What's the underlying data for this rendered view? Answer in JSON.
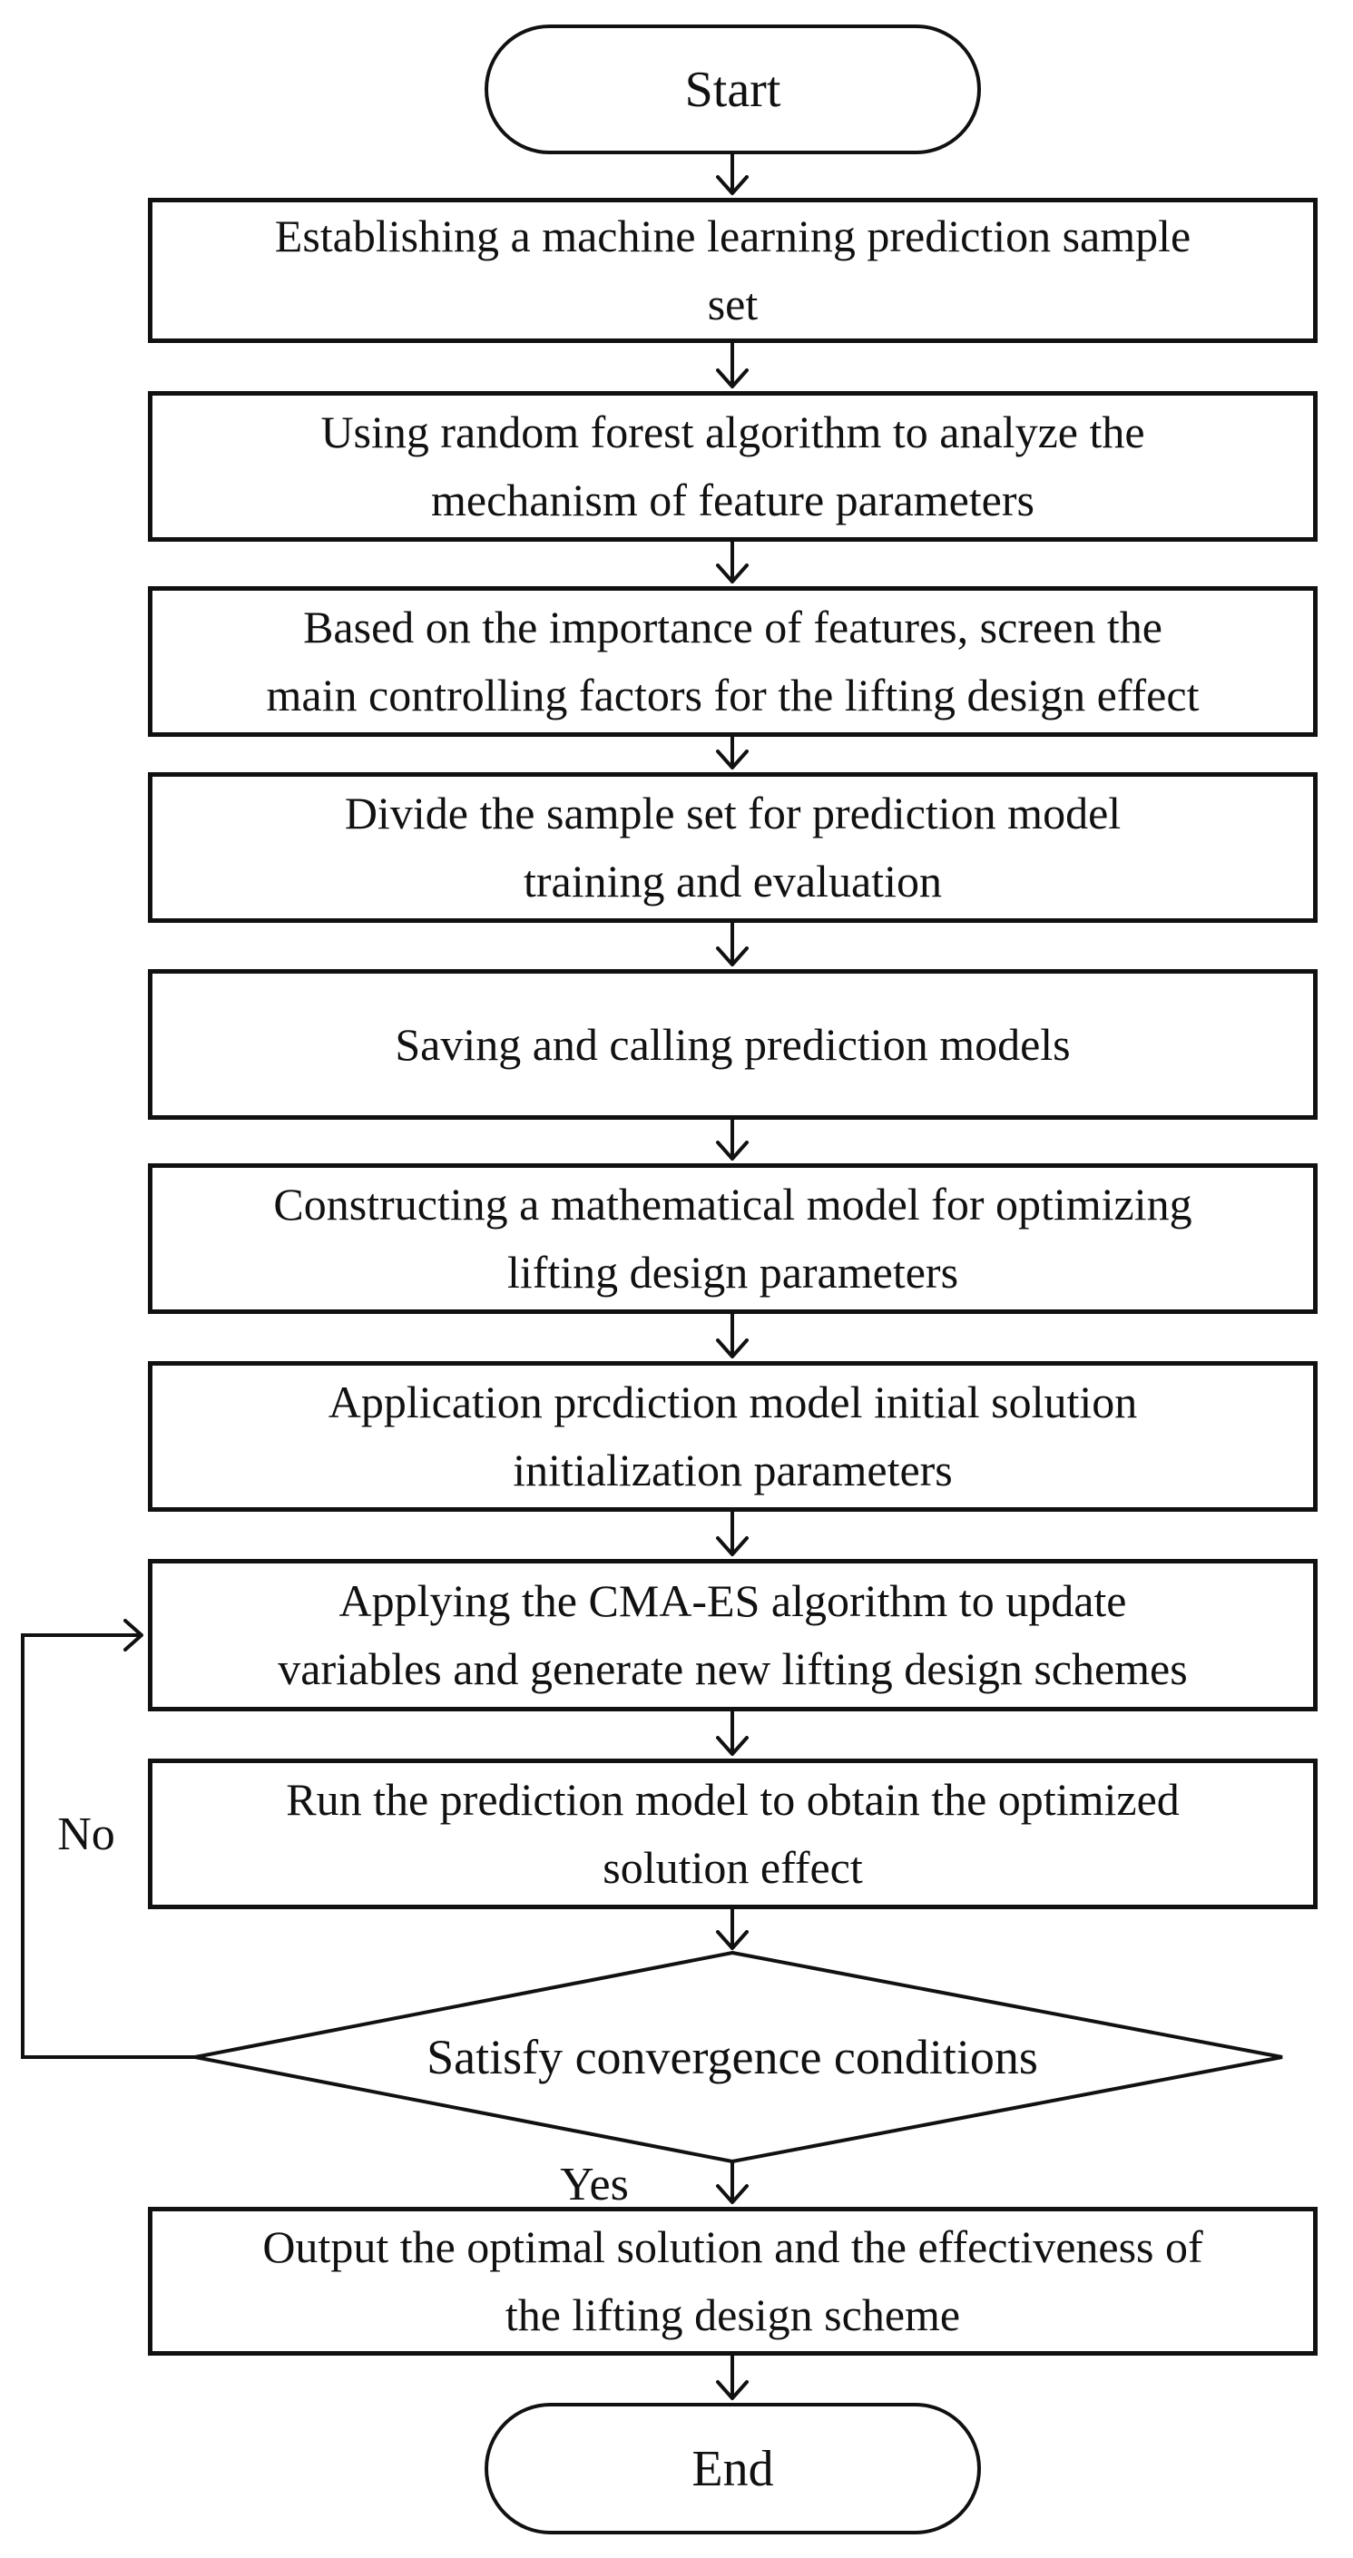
{
  "flowchart": {
    "nodes": [
      {
        "id": "start",
        "type": "terminator",
        "label": "Start"
      },
      {
        "id": "establish-sample-set",
        "type": "process",
        "label": "Establishing a machine learning prediction sample\nset"
      },
      {
        "id": "random-forest-analysis",
        "type": "process",
        "label": "Using random forest algorithm to analyze the\nmechanism of feature parameters"
      },
      {
        "id": "screen-main-factors",
        "type": "process",
        "label": "Based on the importance of features, screen the\nmain controlling factors for the lifting design effect"
      },
      {
        "id": "divide-sample-set",
        "type": "process",
        "label": "Divide the sample set for prediction model\ntraining and evaluation"
      },
      {
        "id": "save-call-models",
        "type": "process",
        "label": "Saving and calling prediction models"
      },
      {
        "id": "construct-math-model",
        "type": "process",
        "label": "Constructing a mathematical model for optimizing\nlifting design parameters"
      },
      {
        "id": "init-parameters",
        "type": "process",
        "label": "Application prcdiction model initial solution\ninitialization parameters"
      },
      {
        "id": "cma-es-update",
        "type": "process",
        "label": "Applying the CMA-ES algorithm to update\nvariables and generate new lifting design schemes"
      },
      {
        "id": "run-prediction-model",
        "type": "process",
        "label": "Run the prediction model to obtain the optimized\nsolution effect"
      },
      {
        "id": "convergence-decision",
        "type": "decision",
        "label": "Satisfy convergence conditions"
      },
      {
        "id": "output-optimal-solution",
        "type": "process",
        "label": "Output the optimal solution and the effectiveness of\nthe lifting design scheme"
      },
      {
        "id": "end",
        "type": "terminator",
        "label": "End"
      }
    ],
    "edge_labels": {
      "yes": "Yes",
      "no": "No"
    },
    "colors": {
      "stroke": "#111111",
      "fill": "#ffffff",
      "text": "#111111"
    }
  }
}
